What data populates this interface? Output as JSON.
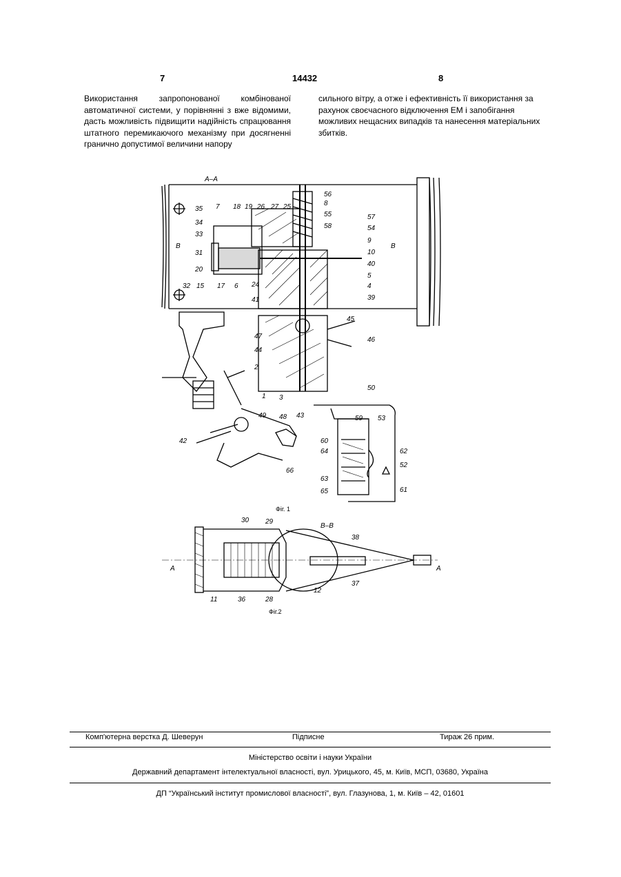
{
  "header": {
    "left_page": "7",
    "patent_number": "14432",
    "right_page": "8"
  },
  "text": {
    "left_column": "Використання запропонованої комбінованої автоматичної системи, у порівнянні з вже відомими, дасть можливість підвищити надійність спрацювання штатного перемикаючого механізму при досягненні гранично допустимої величини напору",
    "right_column": "сильного вітру, а отже і ефективність її використання за рахунок своєчасного відключення ЕМ і запобігання можливих нещасних випадків та нанесення матеріальних збитків."
  },
  "figure": {
    "section_aa": "А–А",
    "section_bb": "В–В",
    "caption_fig1": "Фіг. 1",
    "caption_fig2": "Фіг.2",
    "label_b": "В",
    "label_a": "А",
    "numbers": [
      "35",
      "7",
      "18",
      "19",
      "26",
      "27",
      "25",
      "8",
      "56",
      "55",
      "57",
      "58",
      "54",
      "9",
      "10",
      "40",
      "5",
      "4",
      "39",
      "33",
      "31",
      "20",
      "15",
      "17",
      "6",
      "24",
      "34",
      "32",
      "41",
      "45",
      "46",
      "47",
      "44",
      "2",
      "1",
      "3",
      "43",
      "50",
      "53",
      "59",
      "60",
      "48",
      "62",
      "61",
      "52",
      "63",
      "64",
      "65",
      "66",
      "42",
      "38",
      "37",
      "36",
      "28",
      "29",
      "12",
      "11",
      "30",
      "49"
    ]
  },
  "imprint": {
    "layout": "Комп'ютерна верстка Д. Шеверун",
    "signed": "Підписне",
    "print_run": "Тираж 26 прим.",
    "ministry": "Міністерство освіти і науки України",
    "department": "Державний департамент інтелектуальної власності, вул. Урицького, 45, м. Київ, МСП, 03680, Україна",
    "institute": "ДП “Український інститут промислової власності”, вул. Глазунова, 1, м. Київ – 42, 01601"
  }
}
